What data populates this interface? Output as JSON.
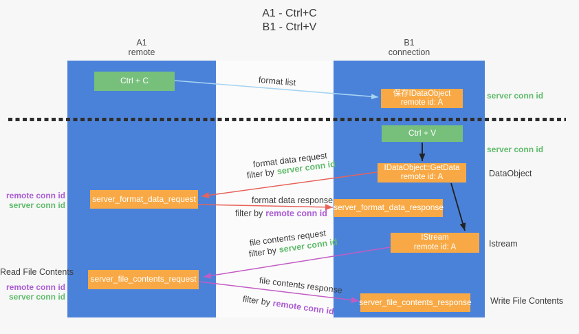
{
  "title": {
    "line1": "A1 - Ctrl+C",
    "line2": "B1 - Ctrl+V"
  },
  "lanes": {
    "a1": {
      "name": "A1",
      "role": "remote"
    },
    "b1": {
      "name": "B1",
      "role": "connection"
    }
  },
  "nodes": {
    "ctrl_c": {
      "label": "Ctrl + C"
    },
    "save_idataobject": {
      "line1": "保存IDataObject",
      "line2": "remote id: A"
    },
    "ctrl_v": {
      "label": "Ctrl + V"
    },
    "idataobject_getdata": {
      "line1": "IDataObject::GetData",
      "line2": "remote id: A"
    },
    "server_format_data_request": {
      "label": "server_format_data_request"
    },
    "server_format_data_response": {
      "label": "server_format_data_response"
    },
    "istream": {
      "line1": "IStream",
      "line2": "remote id: A"
    },
    "server_file_contents_request": {
      "label": "server_file_contents_request"
    },
    "server_file_contents_response": {
      "label": "server_file_contents_response"
    }
  },
  "messages": {
    "format_list": "format list",
    "format_data_request": "format data request",
    "format_data_response": "format data response",
    "file_contents_request": "file contents request",
    "file_contents_response": "file contents response",
    "filter_by": "filter by",
    "server_conn_id": "server conn id",
    "remote_conn_id": "remote conn id"
  },
  "side_labels": {
    "right_top_server_conn_id": "server conn id",
    "right_mid_server_conn_id": "server conn id",
    "dataobject": "DataObject",
    "istream": "Istream",
    "write_file_contents": "Write File Contents",
    "left_mid_remote_conn_id": "remote conn id",
    "left_mid_server_conn_id": "server conn id",
    "read_file_contents": "Read File Contents",
    "left_bottom_remote_conn_id": "remote conn id",
    "left_bottom_server_conn_id": "server conn id"
  },
  "colors": {
    "lane_blue": "#4b82d9",
    "action_green": "#76c07c",
    "message_orange": "#f8a945",
    "arrow_light_blue": "#a6d4f2",
    "arrow_red": "#e7625a",
    "arrow_magenta": "#c25cc4",
    "text_green": "#5fbb6b",
    "text_purple": "#ab5bd3",
    "text_dark": "#3b3b3b"
  }
}
